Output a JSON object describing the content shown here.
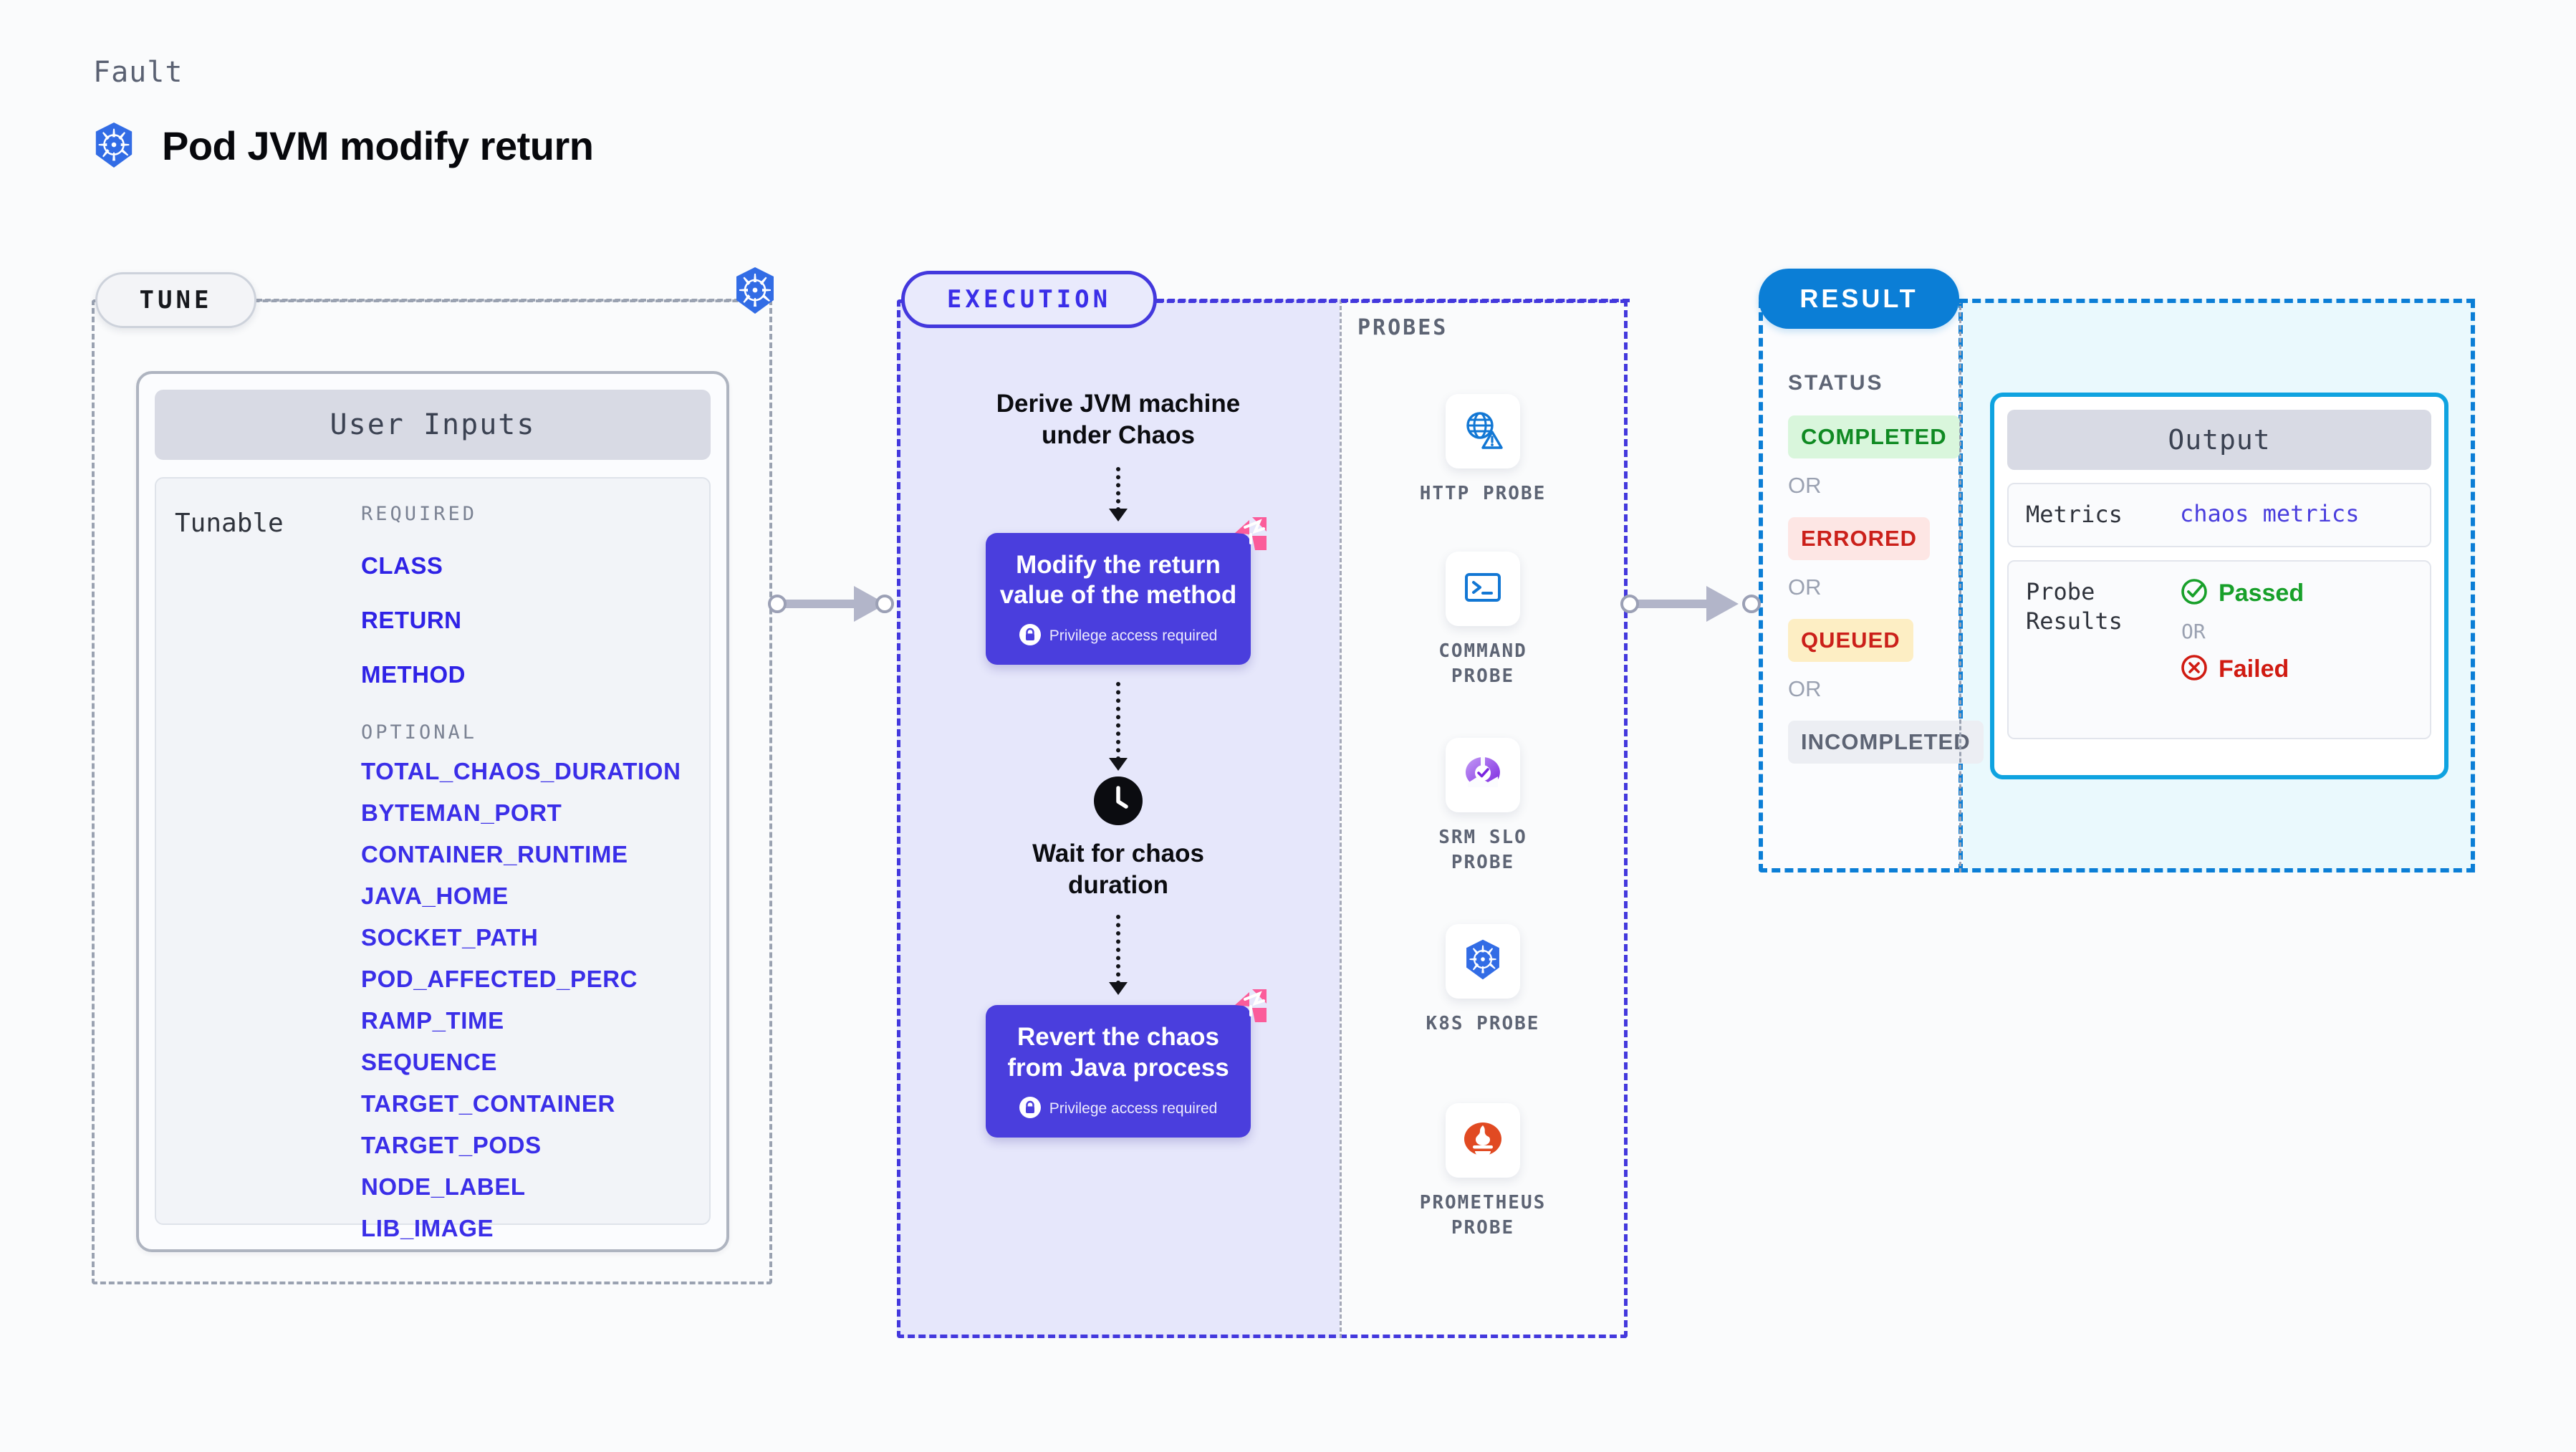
{
  "header": {
    "eyebrow": "Fault",
    "title": "Pod JVM modify return",
    "icon": "kubernetes-icon"
  },
  "tune": {
    "pill_label": "TUNE",
    "node_icon": "kubernetes-icon",
    "card_title": "User Inputs",
    "row_label": "Tunable",
    "required_title": "REQUIRED",
    "required": [
      "CLASS",
      "RETURN",
      "METHOD"
    ],
    "optional_title": "OPTIONAL",
    "optional": [
      "TOTAL_CHAOS_DURATION",
      "BYTEMAN_PORT",
      "CONTAINER_RUNTIME",
      "JAVA_HOME",
      "SOCKET_PATH",
      "POD_AFFECTED_PERC",
      "RAMP_TIME",
      "SEQUENCE",
      "TARGET_CONTAINER",
      "TARGET_PODS",
      "NODE_LABEL",
      "LIB_IMAGE"
    ]
  },
  "execution": {
    "pill_label": "EXECUTION",
    "steps": [
      {
        "type": "text",
        "label": "Derive JVM machine\nunder Chaos"
      },
      {
        "type": "action",
        "label": "Modify the return\nvalue of the method",
        "note": "Privilege access required",
        "note_icon": "lock-icon",
        "badge_icon": "litmus-badge-icon"
      },
      {
        "type": "wait",
        "label": "Wait for chaos\nduration",
        "icon": "clock-icon"
      },
      {
        "type": "action",
        "label": "Revert the chaos\nfrom Java process",
        "note": "Privilege access required",
        "note_icon": "lock-icon",
        "badge_icon": "litmus-badge-icon"
      }
    ]
  },
  "probes": {
    "title": "PROBES",
    "items": [
      {
        "name": "HTTP PROBE",
        "icon": "globe-warning-icon"
      },
      {
        "name": "COMMAND PROBE",
        "icon": "terminal-icon"
      },
      {
        "name": "SRM SLO PROBE",
        "icon": "srm-slo-icon"
      },
      {
        "name": "K8S PROBE",
        "icon": "kubernetes-icon"
      },
      {
        "name": "PROMETHEUS PROBE",
        "icon": "prometheus-icon"
      }
    ]
  },
  "result": {
    "pill_label": "RESULT",
    "status_title": "STATUS",
    "or_label": "OR",
    "statuses": [
      {
        "label": "COMPLETED",
        "bg": "#d9f6dc",
        "fg": "#0f8a22"
      },
      {
        "label": "ERRORED",
        "bg": "#fde6e4",
        "fg": "#cb201a"
      },
      {
        "label": "QUEUED",
        "bg": "#fdeec4",
        "fg": "#cb201a"
      },
      {
        "label": "INCOMPLETED",
        "bg": "#eceef3",
        "fg": "#5d6474"
      }
    ],
    "output": {
      "card_title": "Output",
      "metrics_key": "Metrics",
      "metrics_value": "chaos metrics",
      "probe_key": "Probe Results",
      "passed_label": "Passed",
      "passed_icon": "check-circle-icon",
      "or_label": "OR",
      "failed_label": "Failed",
      "failed_icon": "x-circle-icon"
    }
  },
  "colors": {
    "tune_border": "#9aa2b1",
    "execution_accent": "#4338dd",
    "execution_bg": "#e6e7fb",
    "result_accent": "#0b7ed6",
    "output_bg": "#eaf9fd",
    "param_blue": "#3a2ee8",
    "action_box": "#4a3edd",
    "badge_pink": "#fb5c9a"
  }
}
